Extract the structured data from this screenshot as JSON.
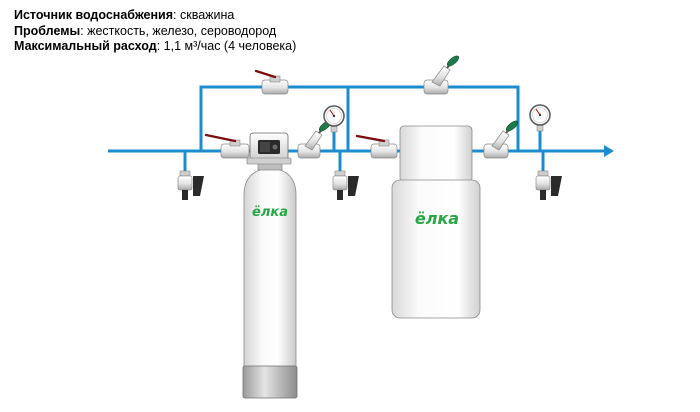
{
  "header": {
    "lines": [
      {
        "label": "Источник водоснабжения",
        "value": ": скважина"
      },
      {
        "label": "Проблемы",
        "value": ": жесткость, железо, сероводород"
      },
      {
        "label": "Максимальный расход",
        "value": ": 1,1 м³/час (4 человека)"
      }
    ]
  },
  "brand": {
    "logo_left": "ёлка",
    "logo_right": "ёлка"
  },
  "colors": {
    "pipe": "#1c8ccf",
    "valve_body": "#e9e9e9",
    "valve_handle": "#7a1010",
    "gauge_green": "#1f7a4a",
    "brand_green": "#27a745",
    "tank_shade": "#dcdcdc"
  },
  "icons": {
    "ball_valve": "ball-valve-icon",
    "angle_valve": "angle-valve-icon",
    "pressure_gauge": "pressure-gauge-icon",
    "sample_tap": "sample-tap-icon",
    "flow_arrow": "arrow-right-icon"
  }
}
